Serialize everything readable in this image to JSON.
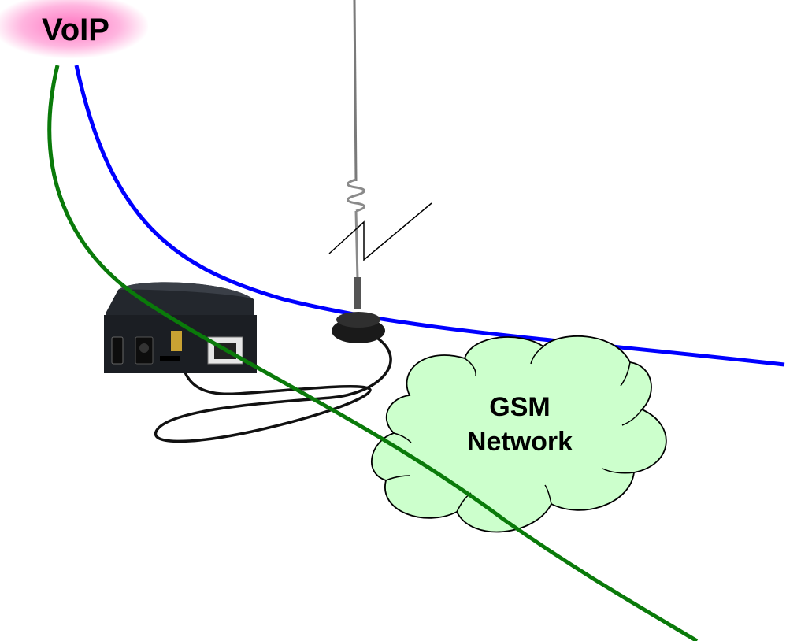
{
  "labels": {
    "voip": "VoIP",
    "cloud_line1": "GSM",
    "cloud_line2": "Network"
  },
  "colors": {
    "voip_glow": "#ff6ec4",
    "blue_line": "#0000ff",
    "green_line": "#0a7a0a",
    "cloud_fill": "#ccffcc",
    "device_body": "#1f2329"
  },
  "icons": [
    "gsm-gateway-device",
    "antenna-icon",
    "wireless-signal-icon",
    "cloud-shape"
  ]
}
